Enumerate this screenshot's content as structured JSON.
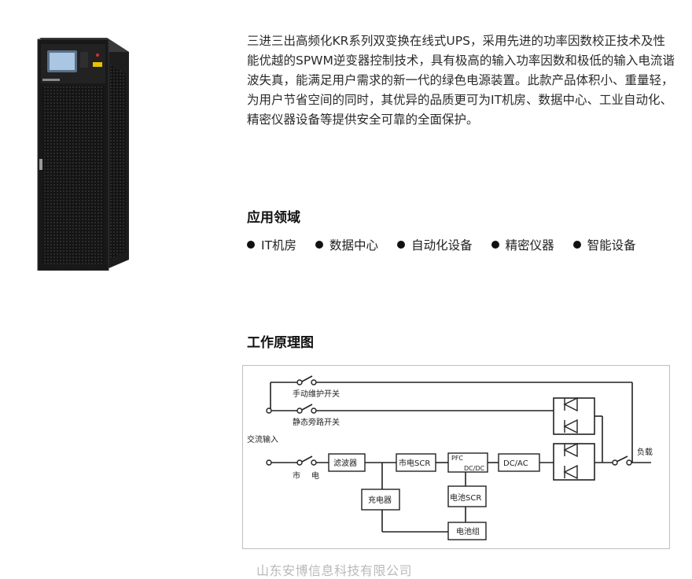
{
  "product": {
    "image_label": "UPS tower cabinet"
  },
  "intro_text": "三进三出高频化KR系列双变换在线式UPS，采用先进的功率因数校正技术及性能优越的SPWM逆变器控制技术，具有极高的输入功率因数和极低的输入电流谐波失真，能满足用户需求的新一代的绿色电源装置。此款产品体积小、重量轻，为用户节省空间的同时，其优异的品质更可为IT机房、数据中心、工业自动化、精密仪器设备等提供安全可靠的全面保护。",
  "applications": {
    "title": "应用领域",
    "items": [
      "IT机房",
      "数据中心",
      "自动化设备",
      "精密仪器",
      "智能设备"
    ]
  },
  "principle": {
    "title": "工作原理图",
    "labels": {
      "manual_bypass": "手动维护开关",
      "static_bypass": "静态旁路开关",
      "ac_input": "交流输入",
      "mains_1": "市",
      "mains_2": "电",
      "filter": "滤波器",
      "mains_scr": "市电SCR",
      "pfc": "PFC",
      "dcdc": "DC/DC",
      "dcac": "DC/AC",
      "charger": "充电器",
      "battery_scr": "电池SCR",
      "battery": "电池组",
      "load": "负载"
    }
  },
  "footer": {
    "company": "山东安博信息科技有限公司"
  }
}
